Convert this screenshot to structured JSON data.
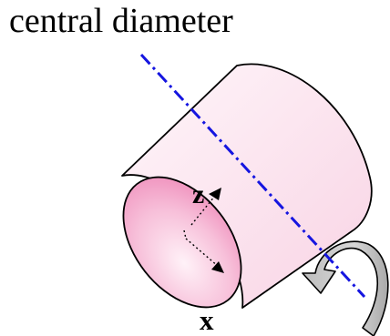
{
  "title": "central diameter",
  "axis_labels": {
    "z": "z",
    "x": "x"
  },
  "colors": {
    "cylinder_body": "#fce8f0",
    "cylinder_face": "#f5a8cc",
    "axis_line": "#1515e0",
    "rotation_arrow": "#c8c8c8",
    "stroke": "#000000"
  },
  "icons": {
    "rotation": "curved-rotation-arrow-icon",
    "z_axis": "arrow-up-right-icon",
    "x_axis": "arrow-down-right-icon"
  }
}
